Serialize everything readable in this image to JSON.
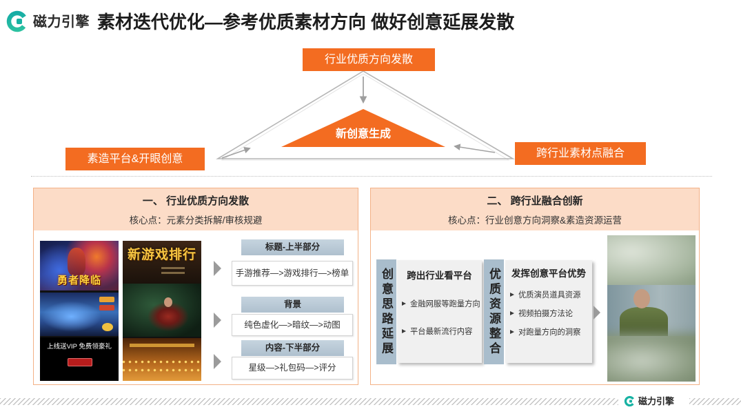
{
  "logo": {
    "icon": "magnet-engine-logo-icon",
    "text": "磁力引擎"
  },
  "title": "素材迭代优化—参考优质素材方向 做好创意延展发散",
  "colors": {
    "accent_orange": "#f36c21",
    "logo_teal": "#17b2a3",
    "panel_header_bg": "#fcdcc7",
    "panel_border": "#f3b186",
    "label_steel": "#b3c4d2",
    "arrow_gray": "#9e9e9e"
  },
  "diagram": {
    "top_box": "行业优质方向发散",
    "center": "新创意生成",
    "left_box": "素造平台&开眼创意",
    "right_box": "跨行业素材点融合"
  },
  "left_panel": {
    "title": "一、 行业优质方向发散",
    "core": "核心点：元素分类拆解/审核规避",
    "thumbnails": [
      {
        "title": "勇者降临",
        "promo": "上线送VIP 免费领豪礼"
      },
      {
        "title": "新游戏排行"
      }
    ],
    "groups": [
      {
        "header": "标题-上半部分",
        "content": "手游推荐—>游戏排行—>榜单"
      },
      {
        "header": "背景",
        "content": "纯色虚化—>暗纹—>动图"
      },
      {
        "header": "内容-下半部分",
        "content": "星级—>礼包码—>评分"
      }
    ],
    "chevron_icon": "triangle-right-icon"
  },
  "right_panel": {
    "title": "二、 跨行业融合创新",
    "core": "核心点：行业创意方向洞察&素造资源运营",
    "steps": [
      {
        "label": "创意思路延展",
        "title": "跨出行业看平台",
        "items": [
          "金融网服等跑量方向",
          "平台最新流行内容"
        ]
      },
      {
        "label": "优质资源整合",
        "title": "发挥创意平台优势",
        "items": [
          "优质演员道具资源",
          "视频拍摄方法论",
          "对跑量方向的洞察"
        ]
      }
    ],
    "bullet_icon": "arrowhead-bullet-icon"
  },
  "footer": {
    "logo_text": "磁力引擎"
  }
}
